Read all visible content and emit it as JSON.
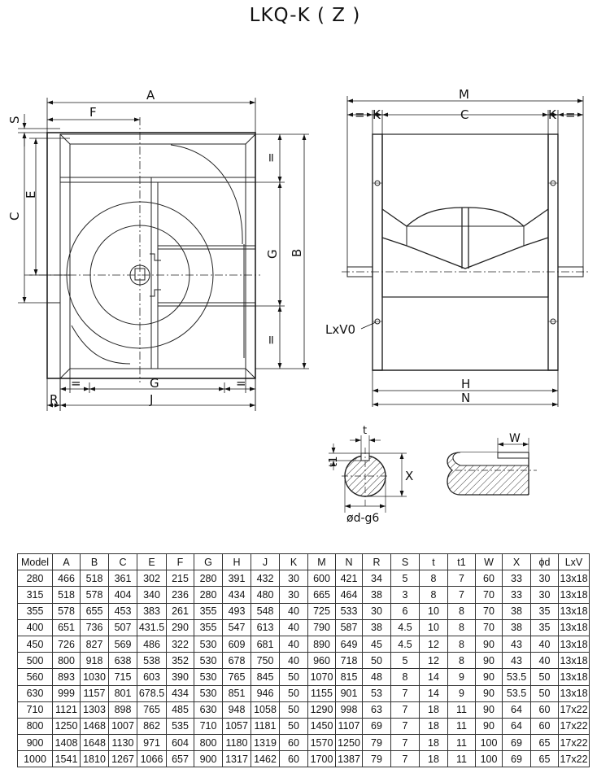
{
  "title": "LKQ-K ( Z )",
  "front_view": {
    "labels": {
      "A": "A",
      "F": "F",
      "S": "S",
      "C": "C",
      "E": "E",
      "B": "B",
      "G_side": "G",
      "eq_top": "=",
      "eq_bottom": "=",
      "eq_left": "=",
      "G_bottom": "G",
      "eq_right": "=",
      "R": "R",
      "J": "J"
    }
  },
  "side_view": {
    "labels": {
      "M": "M",
      "eq_left": "=",
      "K_left": "K",
      "C": "C",
      "K_right": "K",
      "eq_right": "=",
      "LxV0": "LxV0",
      "H": "H",
      "N": "N"
    }
  },
  "shaft_detail": {
    "labels": {
      "t": "t",
      "t1": "t1",
      "X": "X",
      "od": "ød-g6",
      "W": "W"
    }
  },
  "table": {
    "headers": [
      "Model",
      "A",
      "B",
      "C",
      "E",
      "F",
      "G",
      "H",
      "J",
      "K",
      "M",
      "N",
      "R",
      "S",
      "t",
      "t1",
      "W",
      "X",
      "ϕd",
      "LxV"
    ],
    "rows": [
      [
        "280",
        "466",
        "518",
        "361",
        "302",
        "215",
        "280",
        "391",
        "432",
        "30",
        "600",
        "421",
        "34",
        "5",
        "8",
        "7",
        "60",
        "33",
        "30",
        "13x18"
      ],
      [
        "315",
        "518",
        "578",
        "404",
        "340",
        "236",
        "280",
        "434",
        "480",
        "30",
        "665",
        "464",
        "38",
        "3",
        "8",
        "7",
        "70",
        "33",
        "30",
        "13x18"
      ],
      [
        "355",
        "578",
        "655",
        "453",
        "383",
        "261",
        "355",
        "493",
        "548",
        "40",
        "725",
        "533",
        "30",
        "6",
        "10",
        "8",
        "70",
        "38",
        "35",
        "13x18"
      ],
      [
        "400",
        "651",
        "736",
        "507",
        "431.5",
        "290",
        "355",
        "547",
        "613",
        "40",
        "790",
        "587",
        "38",
        "4.5",
        "10",
        "8",
        "70",
        "38",
        "35",
        "13x18"
      ],
      [
        "450",
        "726",
        "827",
        "569",
        "486",
        "322",
        "530",
        "609",
        "681",
        "40",
        "890",
        "649",
        "45",
        "4.5",
        "12",
        "8",
        "90",
        "43",
        "40",
        "13x18"
      ],
      [
        "500",
        "800",
        "918",
        "638",
        "538",
        "352",
        "530",
        "678",
        "750",
        "40",
        "960",
        "718",
        "50",
        "5",
        "12",
        "8",
        "90",
        "43",
        "40",
        "13x18"
      ],
      [
        "560",
        "893",
        "1030",
        "715",
        "603",
        "390",
        "530",
        "765",
        "845",
        "50",
        "1070",
        "815",
        "48",
        "8",
        "14",
        "9",
        "90",
        "53.5",
        "50",
        "13x18"
      ],
      [
        "630",
        "999",
        "1157",
        "801",
        "678.5",
        "434",
        "530",
        "851",
        "946",
        "50",
        "1155",
        "901",
        "53",
        "7",
        "14",
        "9",
        "90",
        "53.5",
        "50",
        "13x18"
      ],
      [
        "710",
        "1121",
        "1303",
        "898",
        "765",
        "485",
        "630",
        "948",
        "1058",
        "50",
        "1290",
        "998",
        "63",
        "7",
        "18",
        "11",
        "90",
        "64",
        "60",
        "17x22"
      ],
      [
        "800",
        "1250",
        "1468",
        "1007",
        "862",
        "535",
        "710",
        "1057",
        "1181",
        "50",
        "1450",
        "1107",
        "69",
        "7",
        "18",
        "11",
        "90",
        "64",
        "60",
        "17x22"
      ],
      [
        "900",
        "1408",
        "1648",
        "1130",
        "971",
        "604",
        "800",
        "1180",
        "1319",
        "60",
        "1570",
        "1250",
        "79",
        "7",
        "18",
        "11",
        "100",
        "69",
        "65",
        "17x22"
      ],
      [
        "1000",
        "1541",
        "1810",
        "1267",
        "1066",
        "657",
        "900",
        "1317",
        "1462",
        "60",
        "1700",
        "1387",
        "79",
        "7",
        "18",
        "11",
        "100",
        "69",
        "65",
        "17x22"
      ]
    ]
  }
}
